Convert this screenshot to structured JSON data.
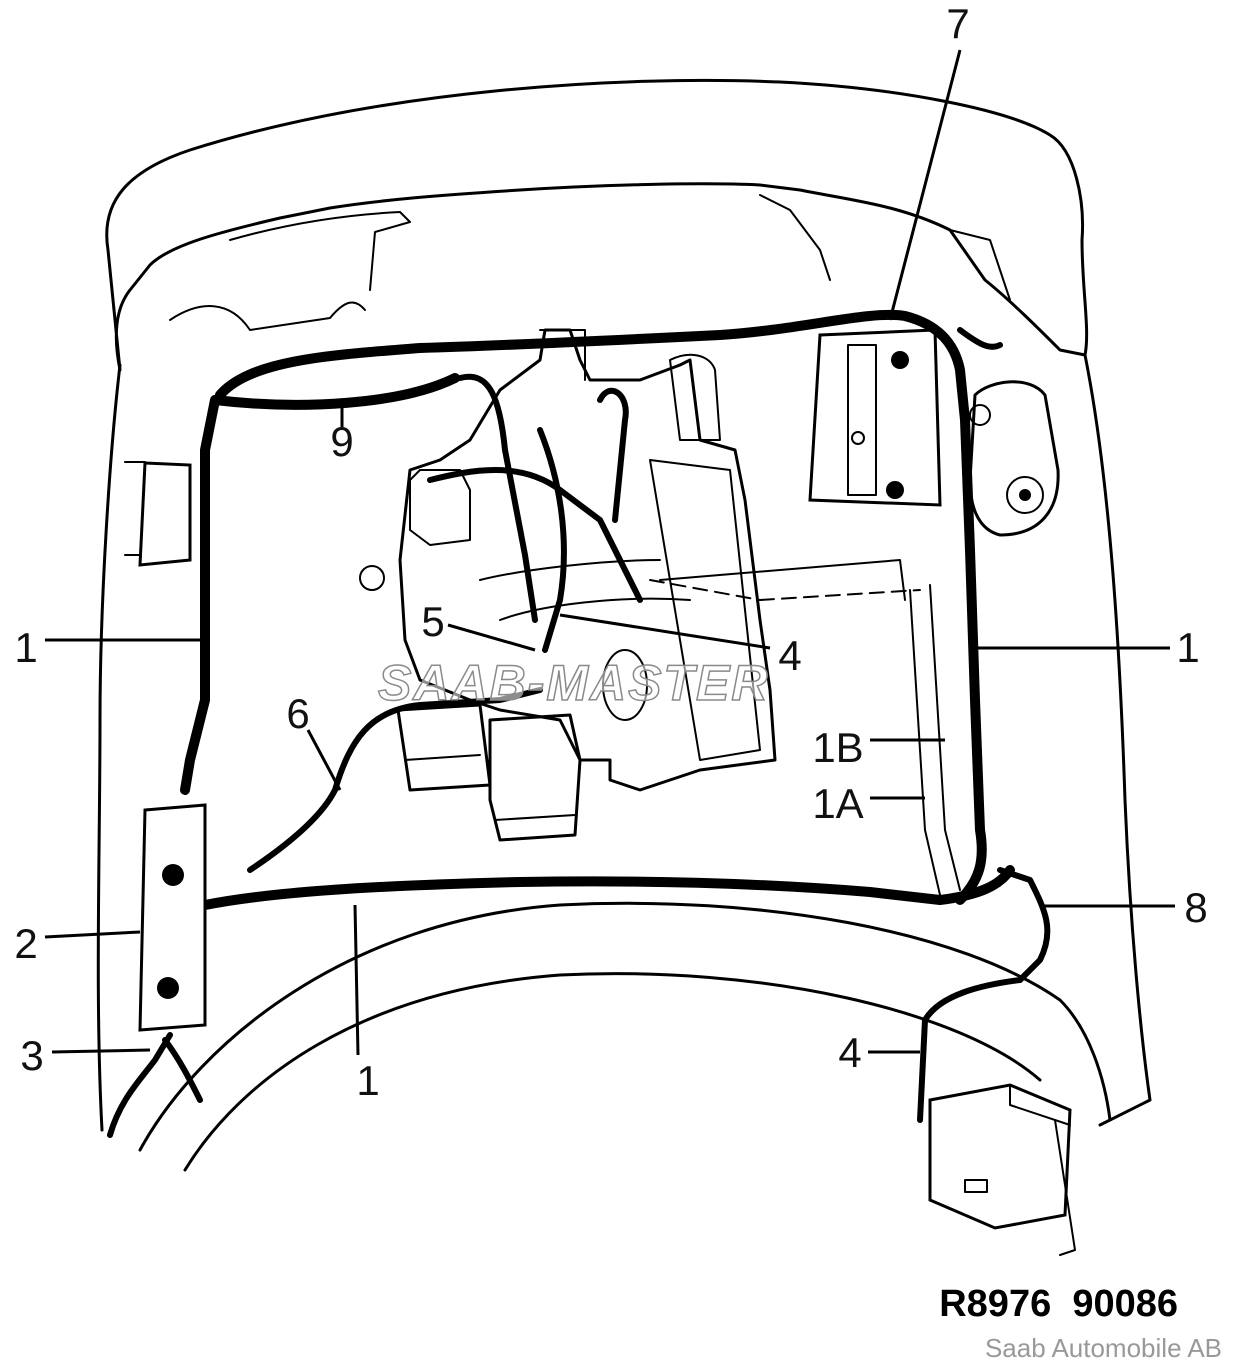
{
  "diagram": {
    "callouts": {
      "c7": "7",
      "c9": "9",
      "c1_left": "1",
      "c5": "5",
      "c4_mid": "4",
      "c1_right": "1",
      "c6": "6",
      "c1B": "1B",
      "c1A": "1A",
      "c2": "2",
      "c8": "8",
      "c3": "3",
      "c1_bottom": "1",
      "c4_bottom": "4"
    },
    "reference_number": "R8976  90086",
    "copyright": "Saab Automobile AB",
    "watermark": "SAAB-MASTER"
  }
}
